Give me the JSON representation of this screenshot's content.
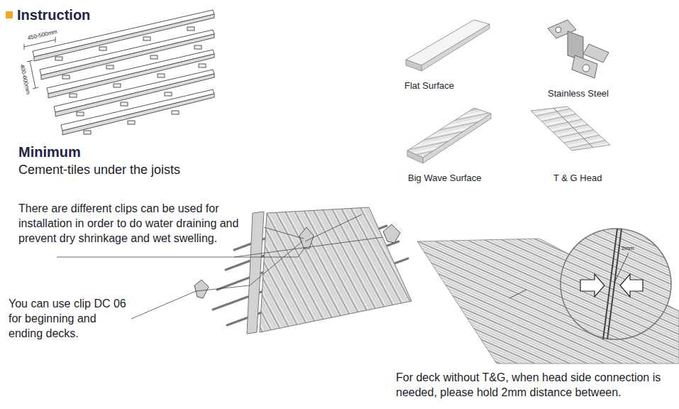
{
  "diagram": {
    "title": "Instruction",
    "labels": [
      "450-500mm",
      "400-600mm",
      "Minimum",
      "Cement-tiles under the joists",
      "Flat Surface",
      "Stainless Steel",
      "Big Wave Surface",
      "T & G Head",
      "There are different clips can be used for installation in order to do water draining and prevent dry shrinkage and wet swelling.",
      "You can use clip DC 06 for beginning and ending decks.",
      "2mm",
      "For deck without T&G, when head side connection is needed, please hold 2mm distance between."
    ]
  }
}
